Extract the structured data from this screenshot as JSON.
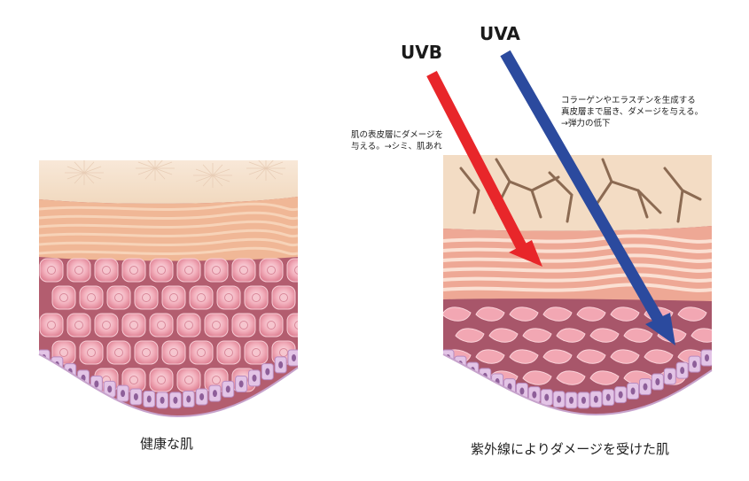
{
  "labels": {
    "healthy_caption": "健康な肌",
    "damaged_caption": "紫外線によりダメージを受けた肌",
    "uvb": "UVB",
    "uva": "UVA",
    "uvb_note_line1": "肌の表皮層にダメージを",
    "uvb_note_line2": "与える。→シミ、肌あれ",
    "uva_note_line1": "コラーゲンやエラスチンを生成する",
    "uva_note_line2": "真皮層まで届き、ダメージを与える。",
    "uva_note_line3": "→弾力の低下"
  },
  "colors": {
    "uvb_arrow": "#e8262a",
    "uva_arrow": "#2b4a9e",
    "surface_layer": "#f3dcc4",
    "epidermis_stripes": "#f2b99e",
    "cell_matrix": "#b25c6f",
    "cell_fill": "#f0a7b6",
    "basal_cells": "#d9b4e0"
  }
}
